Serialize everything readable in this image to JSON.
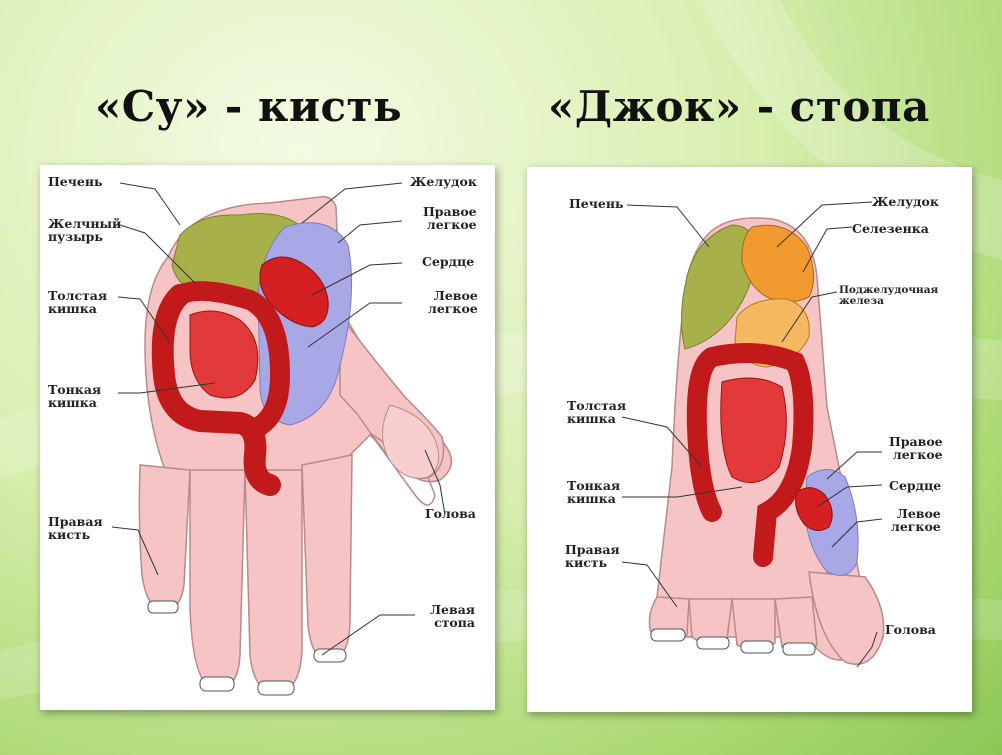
{
  "titles": {
    "left": "«Су» - кисть",
    "right": "«Джок» - стопа"
  },
  "hand_labels": {
    "liver": "Печень",
    "gallbladder": "Желчный\nпузырь",
    "colon": "Толстая\nкишка",
    "small_intestine": "Тонкая\nкишка",
    "right_hand": "Правая\nкисть",
    "stomach": "Желудок",
    "right_lung": "Правое\nлегкое",
    "heart": "Сердце",
    "left_lung": "Левое\nлегкое",
    "head": "Голова",
    "left_foot": "Левая\nстопа"
  },
  "foot_labels": {
    "liver": "Печень",
    "stomach": "Желудок",
    "spleen": "Селезенка",
    "pancreas": "Поджелудочная\nжелеза",
    "colon": "Толстая\nкишка",
    "small_intestine": "Тонкая\nкишка",
    "right_hand": "Правая\nкисть",
    "right_lung": "Правое\nлегкое",
    "heart": "Сердце",
    "left_lung": "Левое\nлегкое",
    "head": "Голова"
  },
  "colors": {
    "skin": "#f6c4c4",
    "skin_outline": "#b88a8a",
    "liver": "#a8b04a",
    "lung": "#a9a8e6",
    "heart": "#d42020",
    "intestine_outer": "#c21a1a",
    "intestine_inner": "#e23a3a",
    "stomach_foot": "#f09a30",
    "pancreas": "#f4b860"
  }
}
